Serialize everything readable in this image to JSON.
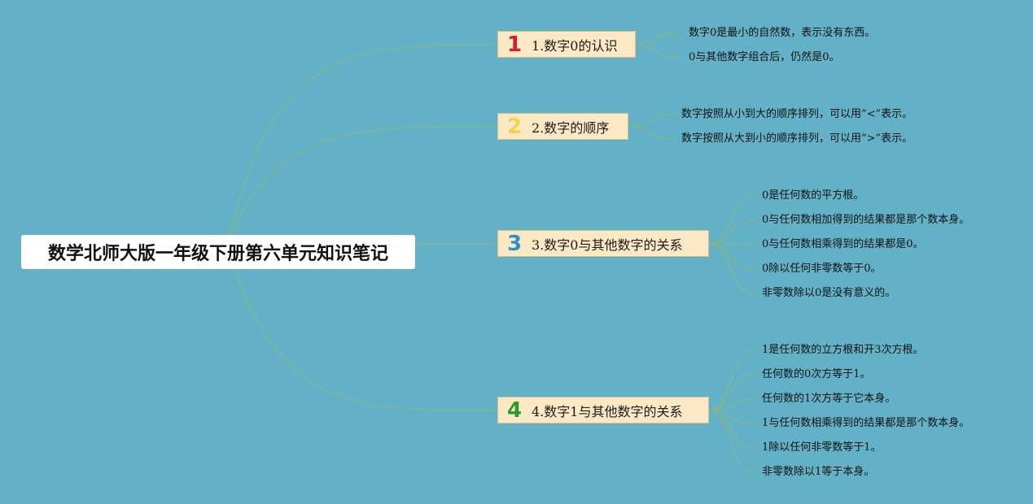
{
  "root": {
    "title": "数学北师大版一年级下册第六单元知识笔记"
  },
  "branches": [
    {
      "number": "1",
      "number_color": "#d4202a",
      "label": "1.数字0的认识",
      "items": [
        "数字0是最小的自然数，表示没有东西。",
        "0与其他数字组合后，仍然是0。"
      ]
    },
    {
      "number": "2",
      "number_color": "#f1d24a",
      "label": "2.数字的顺序",
      "items": [
        "数字按照从小到大的顺序排列，可以用“<”表示。",
        "数字按照从大到小的顺序排列，可以用“>”表示。"
      ]
    },
    {
      "number": "3",
      "number_color": "#2f8fcf",
      "label": "3.数字0与其他数字的关系",
      "items": [
        "0是任何数的平方根。",
        "0与任何数相加得到的结果都是那个数本身。",
        "0与任何数相乘得到的结果都是0。",
        "0除以任何非零数等于0。",
        "非零数除以0是没有意义的。"
      ]
    },
    {
      "number": "4",
      "number_color": "#2e9a2e",
      "label": "4.数字1与其他数字的关系",
      "items": [
        "1是任何数的立方根和开3次方根。",
        "任何数的0次方等于1。",
        "任何数的1次方等于它本身。",
        "1与任何数相乘得到的结果都是那个数本身。",
        "1除以任何非零数等于1。",
        "非零数除以1等于本身。"
      ]
    }
  ],
  "colors": {
    "background": "#62b1c7",
    "line": "#7fb593",
    "branch_fill": "#fbe8c4"
  }
}
